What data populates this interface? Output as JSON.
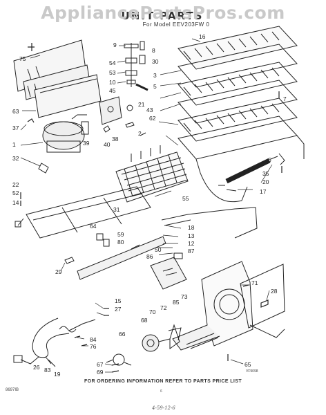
{
  "watermark": "AppliancePartsPros.com",
  "header": {
    "title": "UNIT PARTS",
    "subtitle": "For Model EEV203FW 0"
  },
  "footer": {
    "ordering_note": "FOR ORDERING INFORMATION REFER TO PARTS PRICE LIST",
    "doc_code": "8697IB",
    "page_number": "6",
    "handwritten_note": "4-59-12-6",
    "figure_code": "VF9098"
  },
  "callouts": [
    "75",
    "9",
    "30",
    "8",
    "16",
    "54",
    "53",
    "10",
    "45",
    "3",
    "5",
    "7",
    "63",
    "21",
    "43",
    "62",
    "2",
    "37",
    "1",
    "39",
    "40",
    "38",
    "32",
    "6",
    "35",
    "20",
    "17",
    "22",
    "52",
    "55",
    "14",
    "31",
    "18",
    "13",
    "12",
    "87",
    "64",
    "59",
    "80",
    "86",
    "50",
    "29",
    "71",
    "28",
    "15",
    "27",
    "85",
    "73",
    "70",
    "68",
    "72",
    "84",
    "76",
    "66",
    "26",
    "83",
    "19",
    "67",
    "69",
    "65"
  ],
  "colors": {
    "ink": "#222222",
    "watermark": "#c9c9c9",
    "paper": "#ffffff"
  }
}
